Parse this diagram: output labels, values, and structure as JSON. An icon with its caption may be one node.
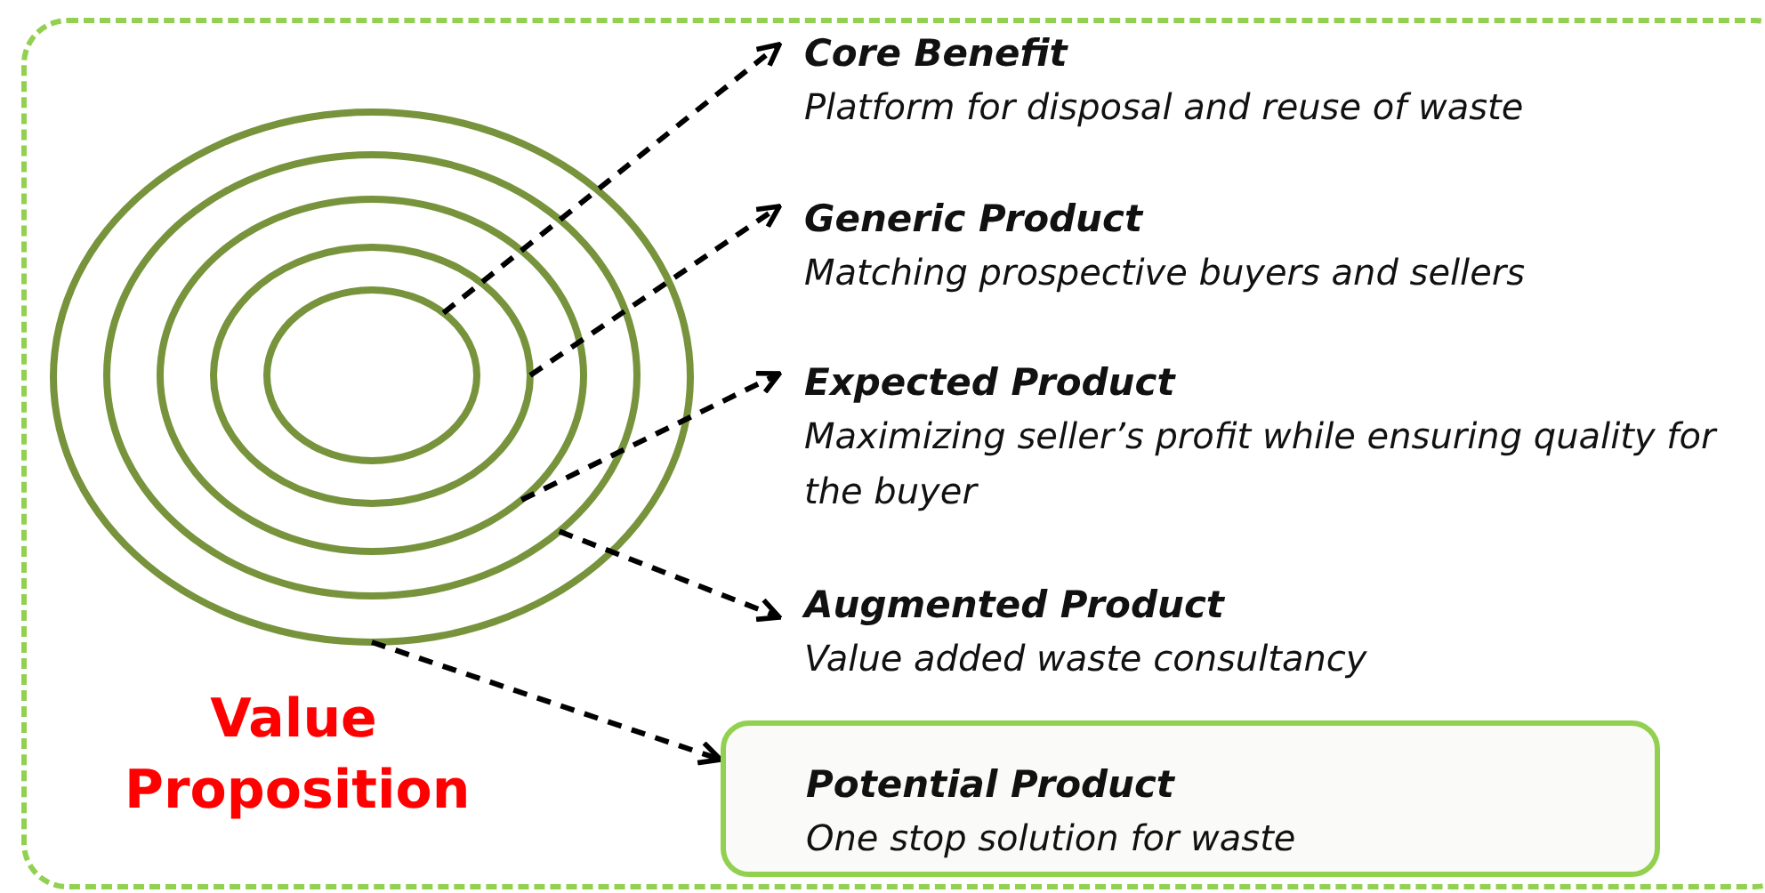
{
  "diagram": {
    "nodes": [
      {
        "text": [],
        "shape": "box"
      },
      {
        "text": [],
        "shape": "circle",
        "in": 0
      },
      {
        "text": [],
        "shape": "circle",
        "in": 1
      },
      {
        "text": [],
        "shape": "circle",
        "in": 2
      },
      {
        "text": [],
        "shape": "circle",
        "in": 3
      },
      {
        "text": [],
        "shape": "circle",
        "in": 4
      },
      {
        "text": [
          "Core Benefit",
          "Platform for disposal and reuse of waste"
        ],
        "in": 0
      },
      {
        "text": [
          "Generic Product",
          "Matching prospective buyers and sellers"
        ],
        "in": 0
      },
      {
        "text": [
          "Expected Product",
          "Maximizing seller’s profit while ensuring quality for the buyer"
        ],
        "in": 0
      },
      {
        "text": [
          "Augmented Product",
          "Value added waste consultancy"
        ],
        "in": 0
      },
      {
        "text": [
          "Potential Product",
          "One stop solution for waste"
        ],
        "in": 0
      }
    ],
    "edges": [
      {
        "from": 5,
        "to": 6,
        "arrow": "to",
        "style": "dashed"
      },
      {
        "from": 4,
        "to": 7,
        "arrow": "to",
        "style": "dashed"
      },
      {
        "from": 3,
        "to": 8,
        "arrow": "to",
        "style": "dashed"
      },
      {
        "from": 2,
        "to": 9,
        "arrow": "to",
        "style": "dashed"
      },
      {
        "from": 1,
        "to": 10,
        "arrow": "to",
        "style": "dashed"
      }
    ],
    "labels": [
      "Value Proposition"
    ]
  }
}
